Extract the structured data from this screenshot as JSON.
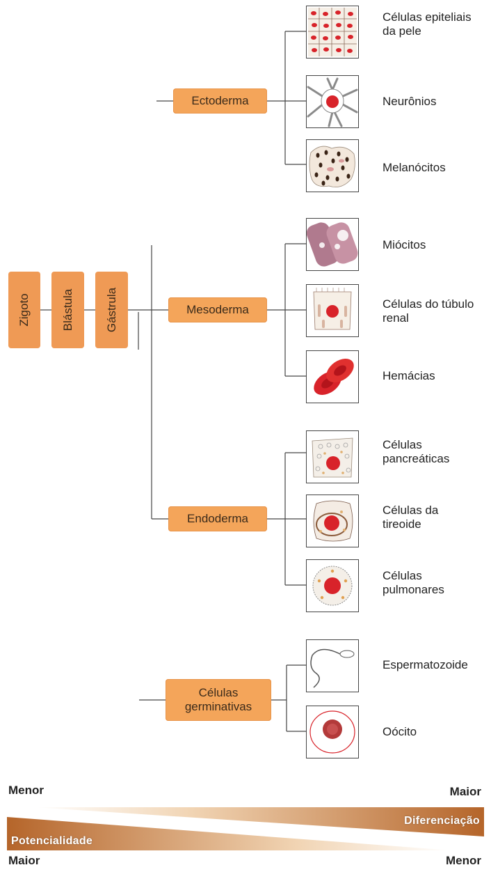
{
  "stages": {
    "zigoto": "Zigoto",
    "blastula": "Blástula",
    "gastrula": "Gástrula"
  },
  "layers": {
    "ectoderma": "Ectoderma",
    "mesoderma": "Mesoderma",
    "endoderma": "Endoderma",
    "germinativas": "Células germinativas"
  },
  "cells": {
    "epiteliais": "Células epiteliais da pele",
    "neuronios": "Neurônios",
    "melanocitos": "Melanócitos",
    "miocitos": "Miócitos",
    "tubulo": "Células do túbulo renal",
    "hemacias": "Hemácias",
    "pancreaticas": "Células pancreáticas",
    "tireoide": "Células da tireoide",
    "pulmonares": "Células pulmonares",
    "espermatozoide": "Espermatozoide",
    "oocito": "Oócito"
  },
  "scale": {
    "top_left": "Menor",
    "top_right": "Maior",
    "bottom_left": "Maior",
    "bottom_right": "Menor",
    "diferenciacao": "Diferenciação",
    "potencialidade": "Potencialidade"
  },
  "colors": {
    "box": "#f4a55a",
    "band": "#b5652a",
    "cell_red": "#d8232a"
  }
}
